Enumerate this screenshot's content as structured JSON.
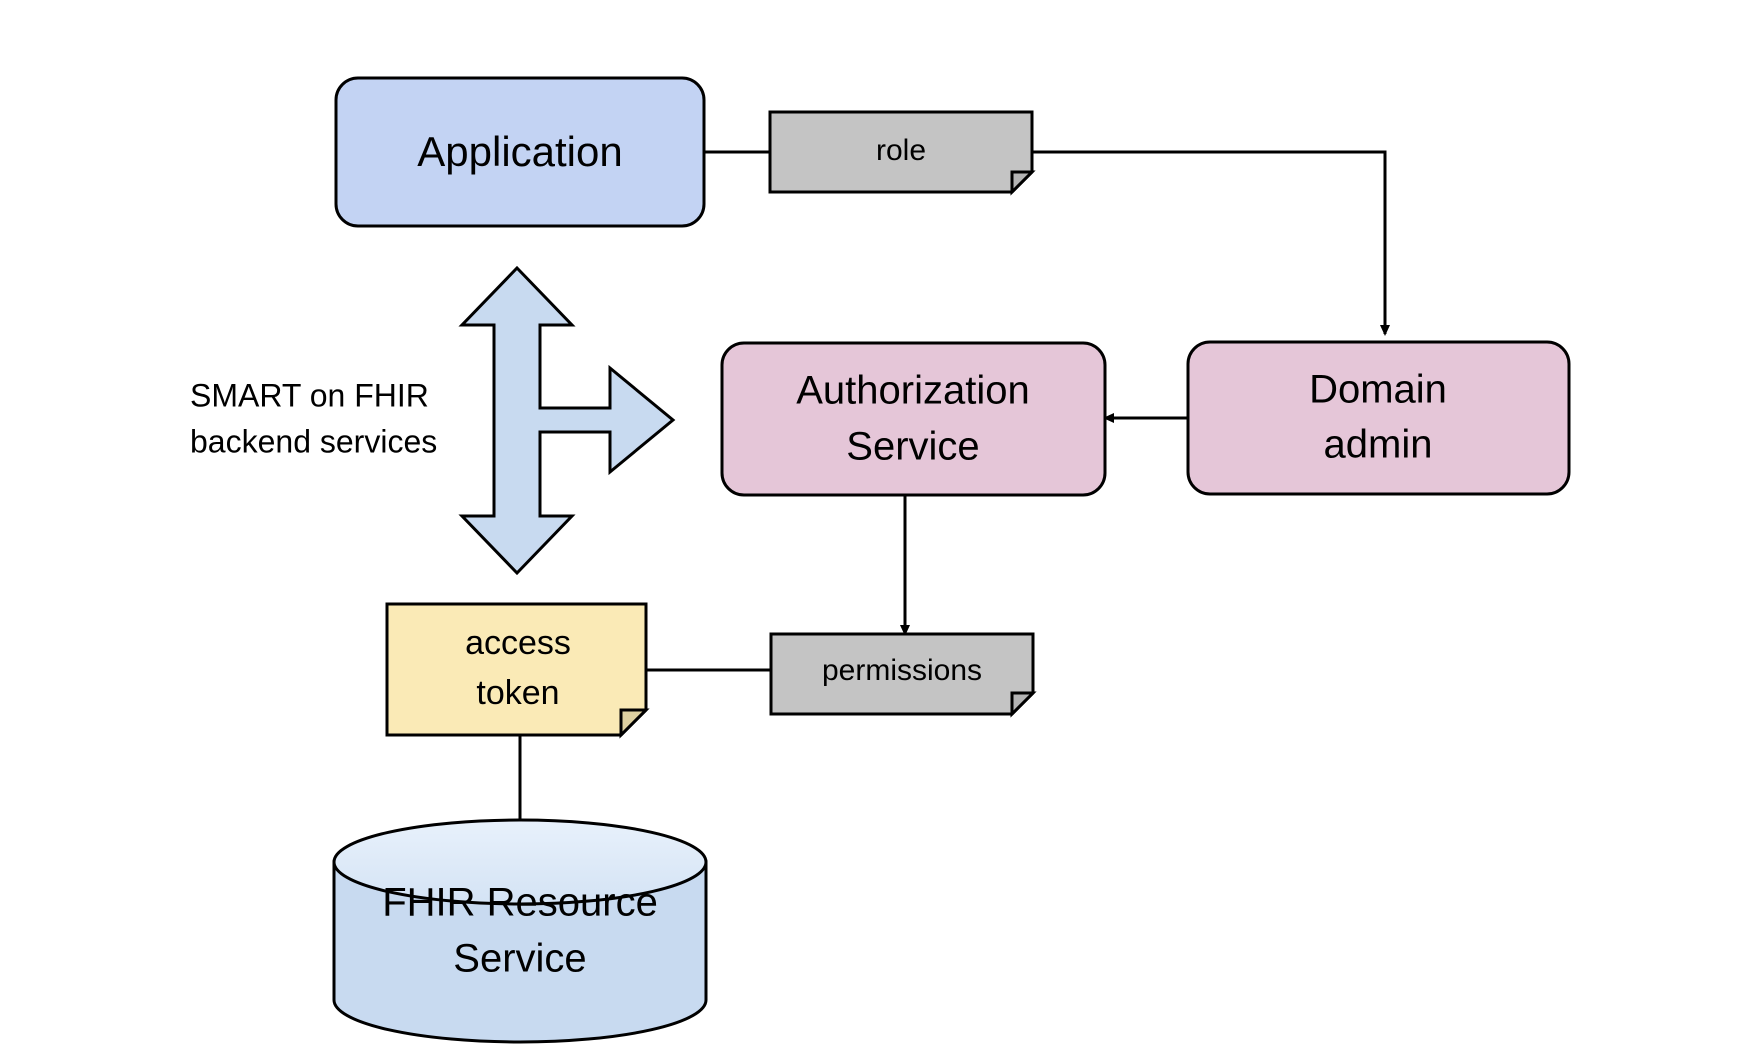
{
  "diagram": {
    "title": "SMART on FHIR backend services authorization flow",
    "background_color": "#ffffff",
    "nodes": {
      "application": {
        "label": "Application",
        "shape": "rounded-rectangle",
        "fill": "#c3d3f3",
        "stroke": "#000000"
      },
      "role_note": {
        "label": "role",
        "shape": "note",
        "fill": "#c4c4c4",
        "stroke": "#000000"
      },
      "domain_admin": {
        "label_line1": "Domain",
        "label_line2": "admin",
        "shape": "rounded-rectangle",
        "fill": "#e5c6d8",
        "stroke": "#000000"
      },
      "authorization_service": {
        "label_line1": "Authorization",
        "label_line2": "Service",
        "shape": "rounded-rectangle",
        "fill": "#e5c6d8",
        "stroke": "#000000"
      },
      "access_token": {
        "label_line1": "access",
        "label_line2": "token",
        "shape": "note",
        "fill": "#faeab6",
        "stroke": "#000000"
      },
      "permissions_note": {
        "label": "permissions",
        "shape": "note",
        "fill": "#c4c4c4",
        "stroke": "#000000"
      },
      "fhir_resource_service": {
        "label_line1": "FHIR Resource",
        "label_line2": "Service",
        "shape": "cylinder",
        "fill": "#c8daf0",
        "fill_top": "#dde8f7",
        "stroke": "#000000"
      }
    },
    "annotations": {
      "smart_on_fhir": {
        "line1": "SMART on  FHIR",
        "line2": "backend services"
      }
    },
    "connectors": {
      "application_to_role": {
        "type": "line",
        "arrow": "none"
      },
      "role_to_domain_admin": {
        "type": "elbow",
        "arrow": "end"
      },
      "domain_admin_to_authorization_service": {
        "type": "line",
        "arrow": "end"
      },
      "authorization_service_to_permissions": {
        "type": "line",
        "arrow": "end"
      },
      "permissions_to_access_token": {
        "type": "line",
        "arrow": "none"
      },
      "access_token_to_fhir_resource_service": {
        "type": "line",
        "arrow": "none"
      },
      "application_to_access_token": {
        "type": "three-way-block-arrow",
        "arrow": "up-down-right",
        "fill": "#c8daf0"
      }
    }
  }
}
